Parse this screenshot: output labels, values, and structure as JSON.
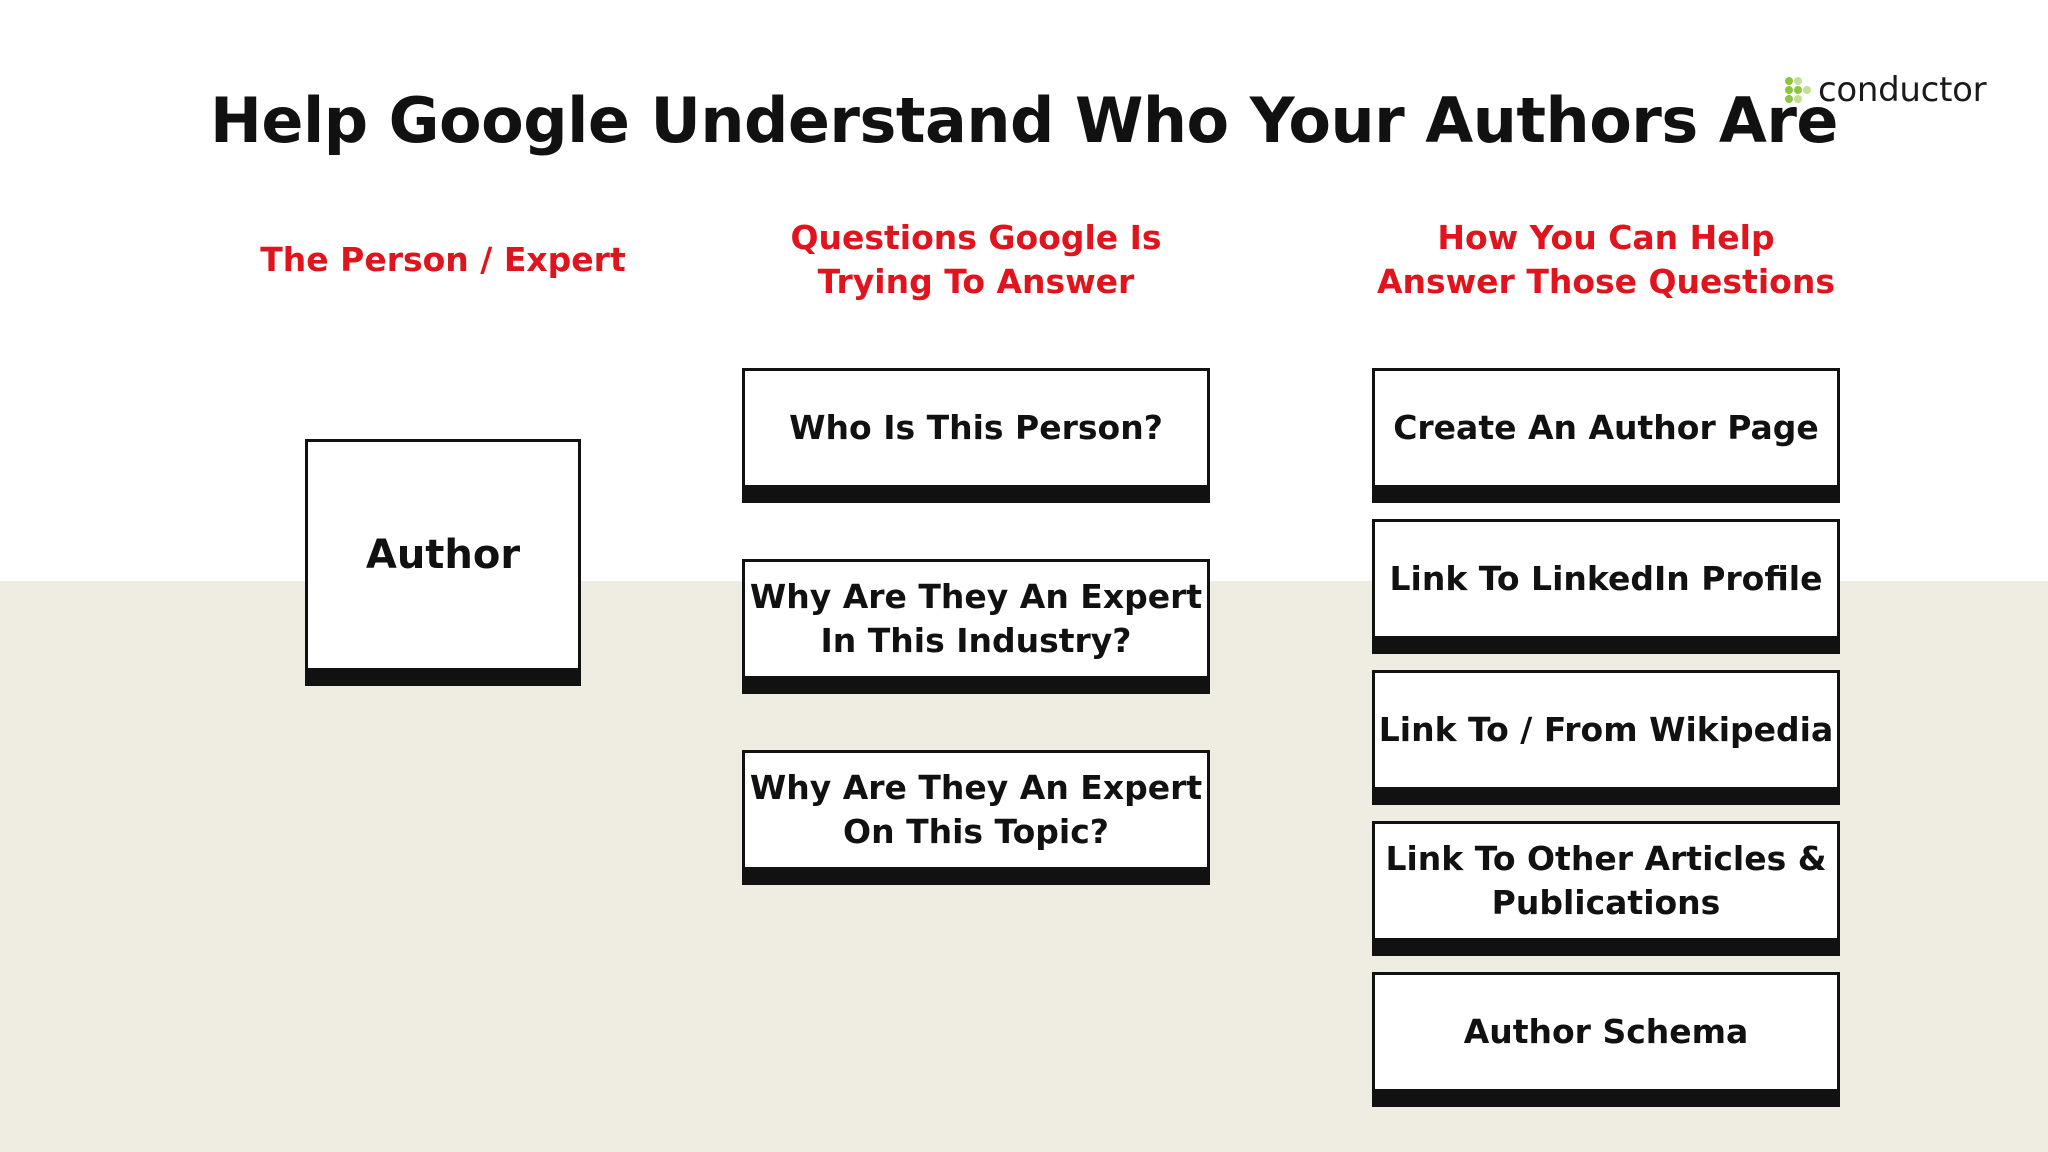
{
  "title": "Help Google Understand Who Your Authors Are",
  "logo": {
    "text": "conductor",
    "dots_icon": "green-dots-icon",
    "dot_color": "#8cc63f"
  },
  "colors": {
    "heading_red": "#e0141c",
    "box_border": "#111111",
    "band_bg": "#efede2"
  },
  "columns": {
    "person": {
      "heading": [
        "The Person / Expert"
      ],
      "boxes": [
        {
          "lines": [
            "Author"
          ]
        }
      ]
    },
    "questions": {
      "heading": [
        "Questions Google Is",
        "Trying To Answer"
      ],
      "boxes": [
        {
          "lines": [
            "Who Is This Person?"
          ]
        },
        {
          "lines": [
            "Why Are They An Expert",
            "In This Industry?"
          ]
        },
        {
          "lines": [
            "Why Are They An Expert",
            "On This Topic?"
          ]
        }
      ]
    },
    "actions": {
      "heading": [
        "How You Can Help",
        "Answer Those Questions"
      ],
      "boxes": [
        {
          "lines": [
            "Create An Author Page"
          ]
        },
        {
          "lines": [
            "Link To LinkedIn Profile"
          ]
        },
        {
          "lines": [
            "Link To / From Wikipedia"
          ]
        },
        {
          "lines": [
            "Link To Other Articles &",
            "Publications"
          ]
        },
        {
          "lines": [
            "Author Schema"
          ]
        }
      ]
    }
  }
}
